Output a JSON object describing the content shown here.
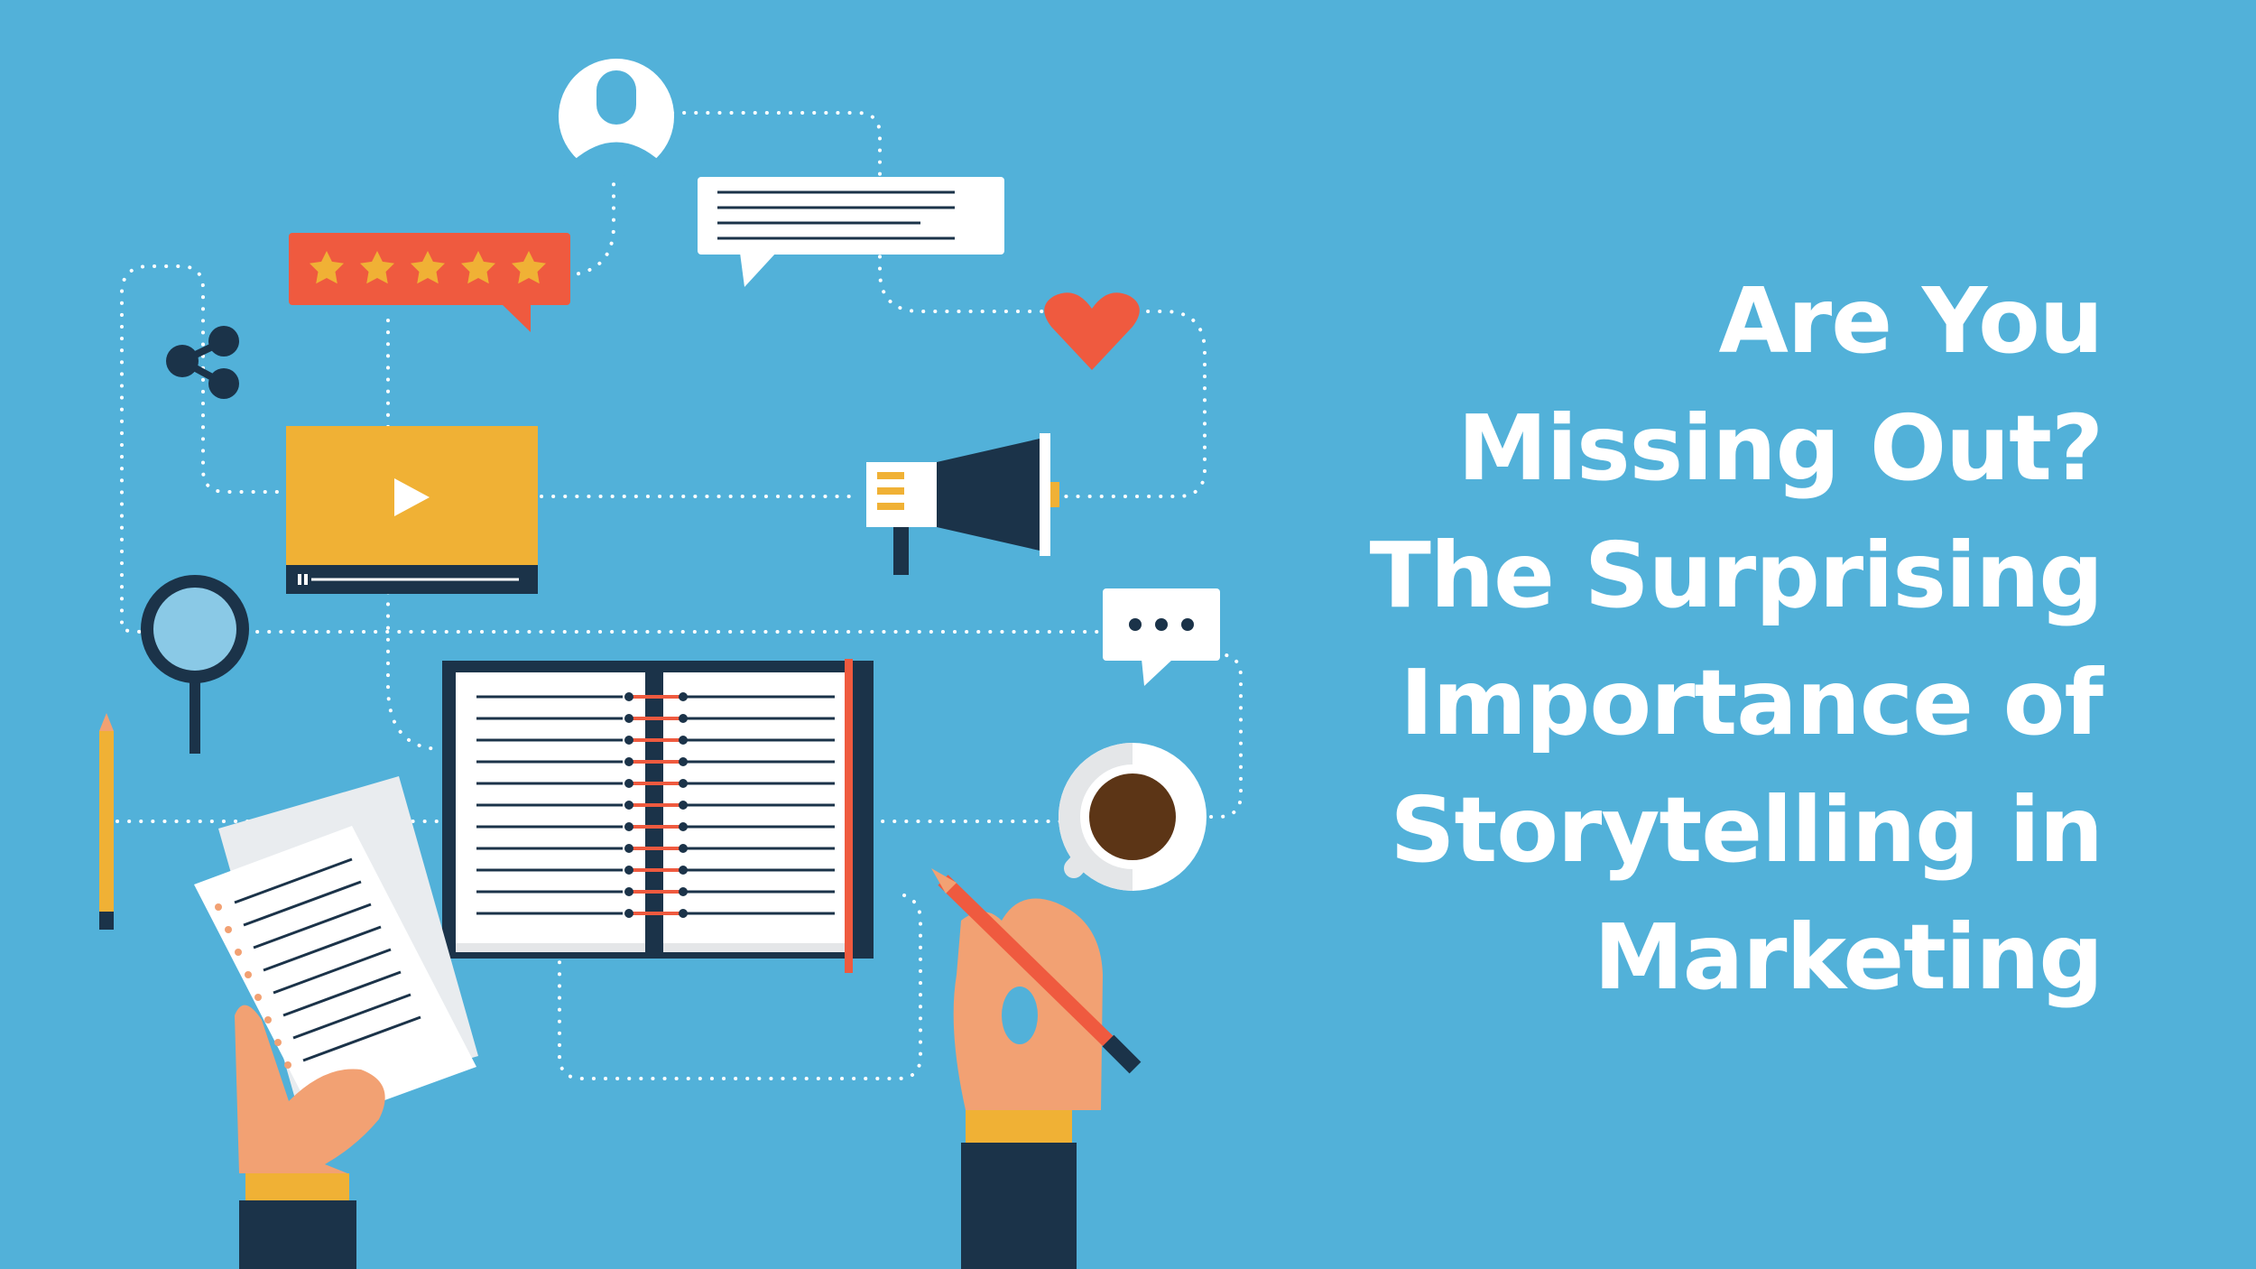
{
  "headline": {
    "lines": [
      "Are You",
      "Missing Out?",
      "The Surprising",
      "Importance of",
      "Storytelling in",
      "Marketing"
    ]
  },
  "rating": {
    "stars": 5,
    "max": 5
  },
  "colors": {
    "background": "#52b1d9",
    "navy": "#1b3349",
    "orange_red": "#ef5a3f",
    "yellow": "#f0b135",
    "skin": "#f2a173",
    "white": "#ffffff",
    "light_gray": "#e4e6e8"
  },
  "icons": [
    "user-avatar-icon",
    "chat-bubble-icon",
    "star-rating-icon",
    "heart-icon",
    "share-icon",
    "video-player-icon",
    "play-icon",
    "megaphone-icon",
    "magnifier-icon",
    "typing-bubble-icon",
    "notebook-icon",
    "coffee-cup-icon",
    "pencil-icon",
    "document-icon",
    "hand-icon"
  ]
}
